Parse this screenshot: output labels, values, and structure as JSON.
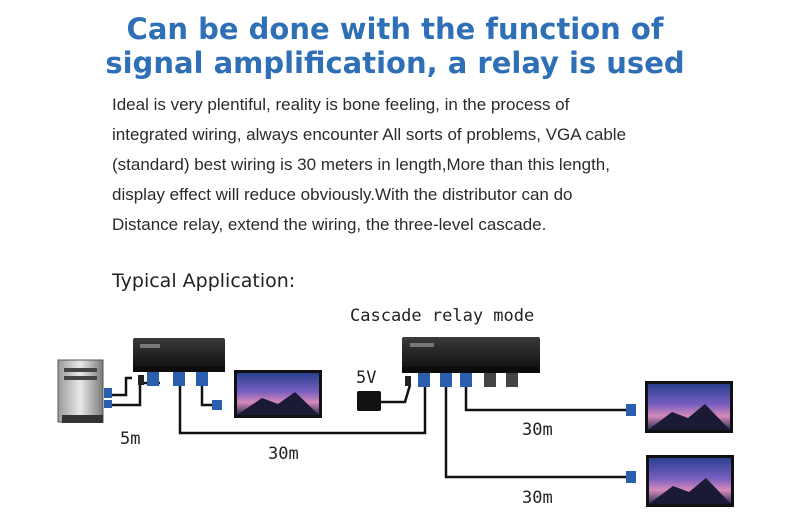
{
  "headline": {
    "line1": "Can be done with the function of",
    "line2": "signal amplification, a relay is used"
  },
  "description": {
    "lines": [
      "Ideal is very plentiful, reality is bone feeling, in the process of",
      "integrated wiring, always encounter All sorts of problems, VGA cable",
      "(standard) best wiring is 30 meters in length,More than this length,",
      "display effect will reduce obviously.With the distributor can do",
      "Distance relay, extend the wiring, the three-level cascade."
    ]
  },
  "application": {
    "heading": "Typical Application:",
    "mode_label": "Cascade relay mode",
    "power_label": "5V",
    "source_cable_label": "5m",
    "trunk_cable_label": "30m",
    "branch_top_label": "30m",
    "branch_bottom_label": "30m"
  },
  "colors": {
    "headline": "#2e6fb6",
    "connector_blue": "#2a5fb0",
    "device_body": "#1e1e1e",
    "cable": "#111111"
  },
  "icons": [
    "pc-tower-icon",
    "vga-splitter-2port",
    "vga-splitter-4port",
    "power-adapter-icon",
    "monitor-icon"
  ]
}
